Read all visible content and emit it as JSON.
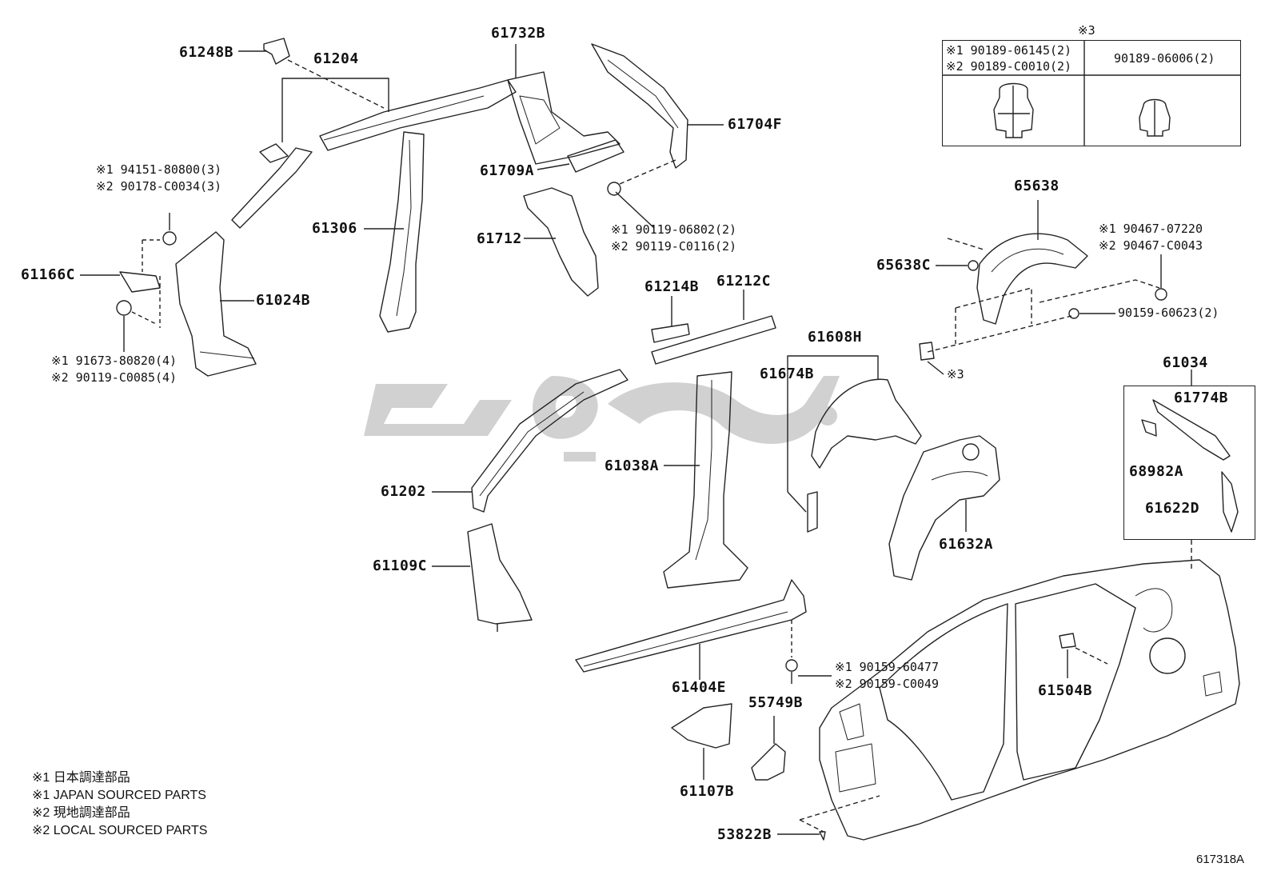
{
  "diagram": {
    "labels": {
      "p61248B": "61248B",
      "p61204": "61204",
      "p61732B": "61732B",
      "p61704F": "61704F",
      "p61709A": "61709A",
      "p61306": "61306",
      "p61712": "61712",
      "p61166C": "61166C",
      "p61024B": "61024B",
      "p65638": "65638",
      "p65638C": "65638C",
      "p61214B": "61214B",
      "p61212C": "61212C",
      "p61608H": "61608H",
      "p61674B": "61674B",
      "p61034": "61034",
      "p61774B": "61774B",
      "p68982A": "68982A",
      "p61622D": "61622D",
      "p61202": "61202",
      "p61038A": "61038A",
      "p61632A": "61632A",
      "p61109C": "61109C",
      "p61404E": "61404E",
      "p61504B": "61504B",
      "p55749B": "55749B",
      "p61107B": "61107B",
      "p53822B": "53822B"
    },
    "fasteners": {
      "f94151": "※1 94151-80800(3)",
      "f90178": "※2 90178-C0034(3)",
      "f91673": "※1 91673-80820(4)",
      "f90119c0085": "※2 90119-C0085(4)",
      "f90119_06802": "※1 90119-06802(2)",
      "f90119_c0116": "※2 90119-C0116(2)",
      "f90467_07220": "※1 90467-07220",
      "f90467_c0043": "※2 90467-C0043",
      "f90159_60623": "90159-60623(2)",
      "f_ref3": "※3",
      "f90159_60477": "※1 90159-60477",
      "f90159_c0049": "※2 90159-C0049"
    },
    "clip_table": {
      "header": "※3",
      "col1_line1": "※1 90189-06145(2)",
      "col1_line2": "※2 90189-C0010(2)",
      "col2": "90189-06006(2)"
    },
    "legend": {
      "l1": "※1 日本調達部品",
      "l2": "※1 JAPAN SOURCED PARTS",
      "l3": "※2 現地調達部品",
      "l4": "※2 LOCAL SOURCED PARTS"
    },
    "diagram_code": "617318A"
  }
}
